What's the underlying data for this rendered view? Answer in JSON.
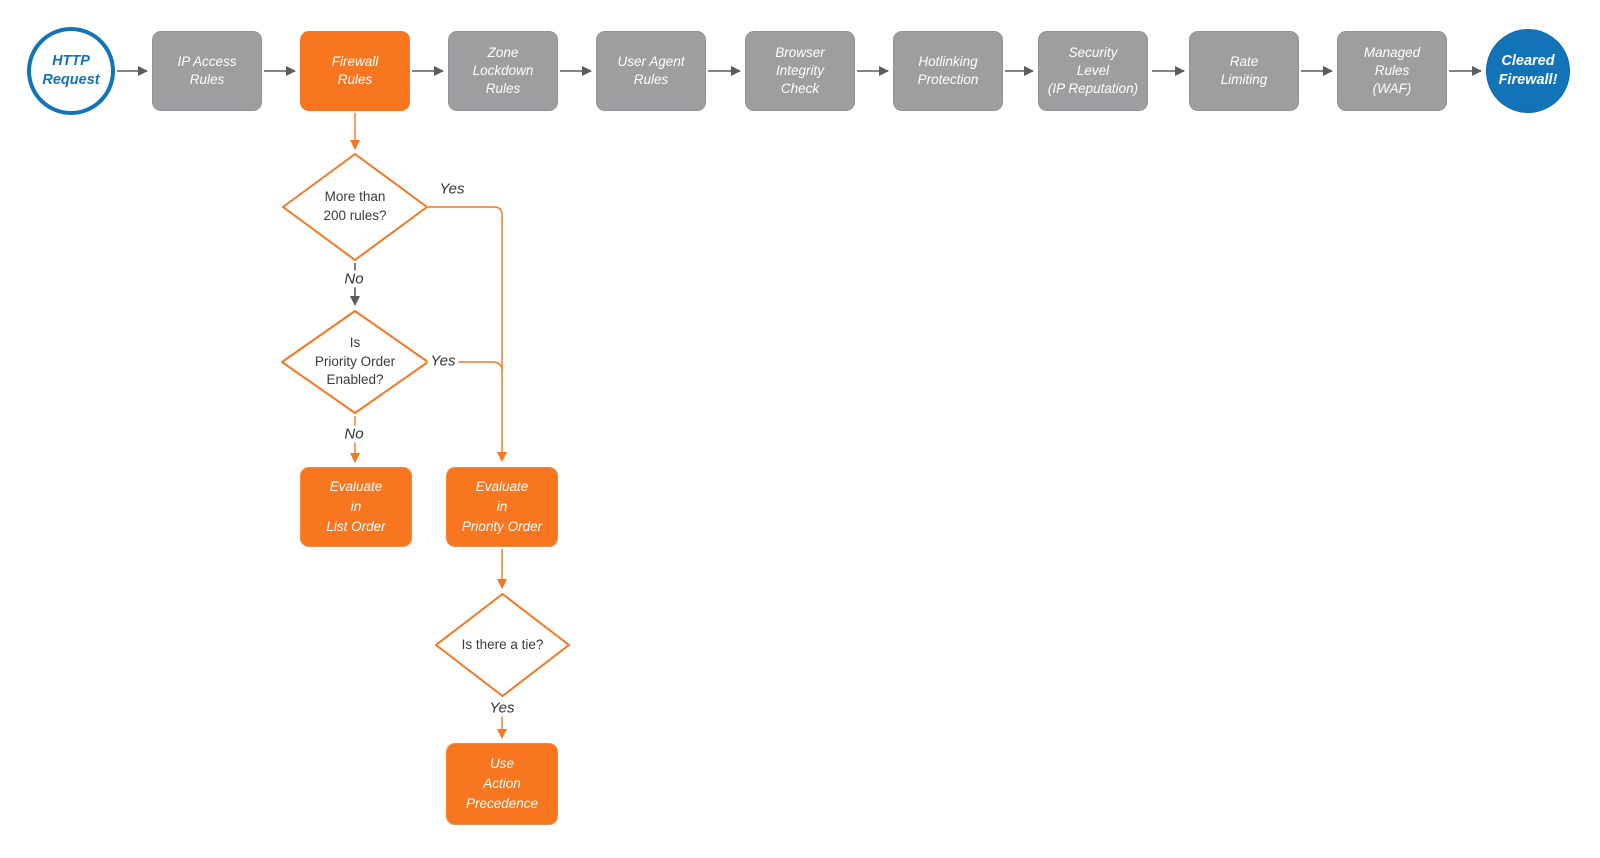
{
  "colors": {
    "orange": "#F7761F",
    "gray_node": "#9E9EA0",
    "blue": "#1273B8",
    "line_gray": "#5C5C5C"
  },
  "pipeline": {
    "start_label": "HTTP\nRequest",
    "stages": [
      {
        "label": "IP Access\nRules"
      },
      {
        "label": "Firewall\nRules"
      },
      {
        "label": "Zone\nLockdown\nRules"
      },
      {
        "label": "User Agent\nRules"
      },
      {
        "label": "Browser\nIntegrity\nCheck"
      },
      {
        "label": "Hotlinking\nProtection"
      },
      {
        "label": "Security\nLevel\n(IP Reputation)"
      },
      {
        "label": "Rate\nLimiting"
      },
      {
        "label": "Managed\nRules\n(WAF)"
      }
    ],
    "end_label": "Cleared\nFirewall!"
  },
  "subflow": {
    "decision_rule_count": {
      "label": "More than\n200 rules?",
      "yes": "Yes",
      "no": "No"
    },
    "decision_priority_order": {
      "label": "Is\nPriority Order\nEnabled?",
      "yes": "Yes",
      "no": "No"
    },
    "decision_tie": {
      "label": "Is there a tie?",
      "yes": "Yes"
    },
    "evaluate_list_order": {
      "label": "Evaluate\nin\nList Order"
    },
    "evaluate_priority_order": {
      "label": "Evaluate\nin\nPriority Order"
    },
    "use_action_precedence": {
      "label": "Use\nAction\nPrecedence"
    }
  }
}
